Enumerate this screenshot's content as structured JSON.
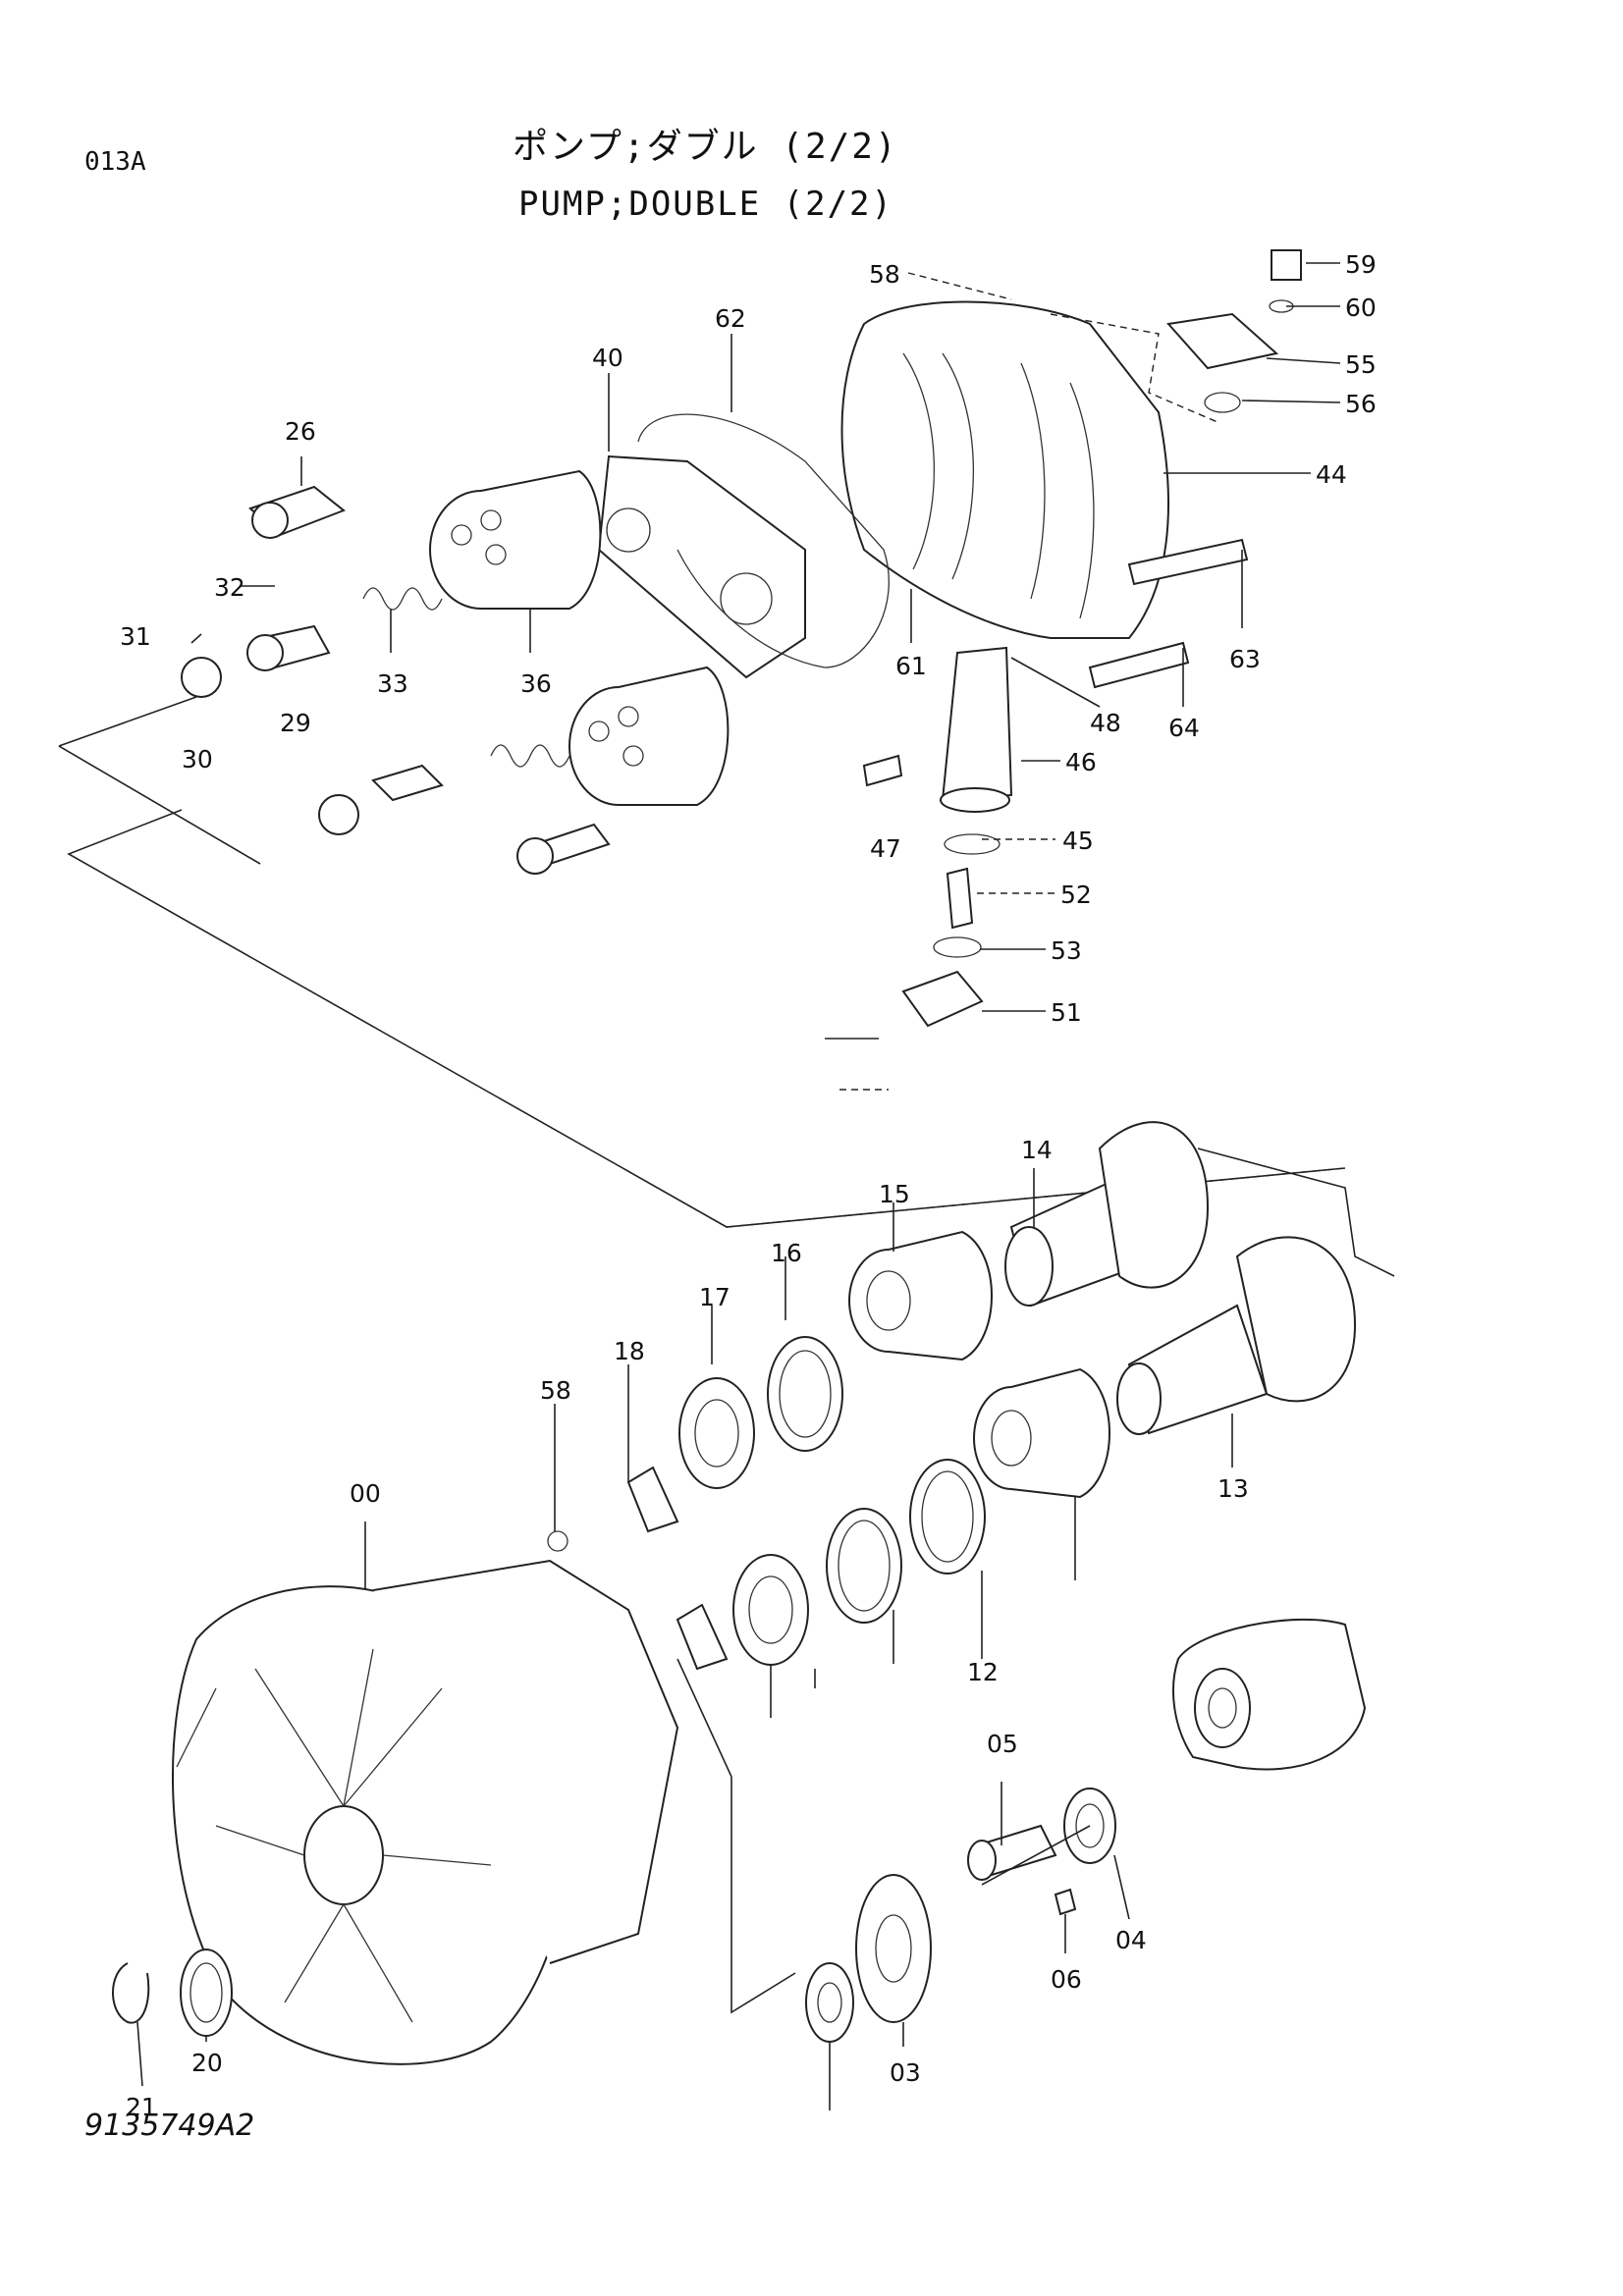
{
  "header": {
    "page_code": "013A",
    "title_jp": "ポンプ;ダブル (2/2)",
    "title_en": "PUMP;DOUBLE (2/2)"
  },
  "footer": {
    "drawing_number": "9135749A2"
  },
  "callouts": [
    "59",
    "60",
    "55",
    "56",
    "58",
    "62",
    "40",
    "44",
    "26",
    "63",
    "32",
    "31",
    "30",
    "29",
    "33",
    "36",
    "61",
    "48",
    "64",
    "46",
    "47",
    "45",
    "52",
    "53",
    "51",
    "59",
    "14",
    "15",
    "16",
    "17",
    "18",
    "58",
    "13",
    "00",
    "12",
    "05",
    "04",
    "03",
    "06",
    "20",
    "21"
  ]
}
